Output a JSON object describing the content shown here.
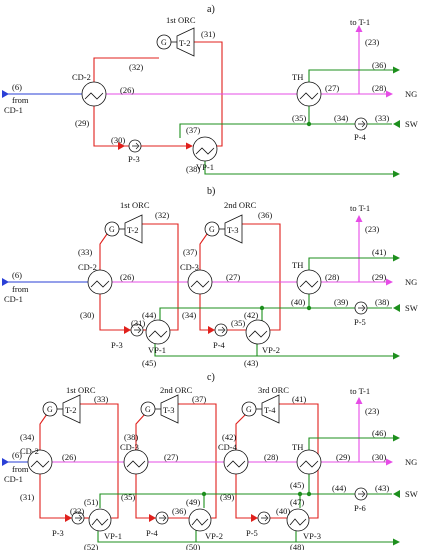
{
  "panels": [
    {
      "label": "a)",
      "orc_labels": [
        "1st ORC"
      ],
      "turbines": [
        "T-2"
      ],
      "generator": "G",
      "condensers": [
        "CD-2"
      ],
      "pumps": [
        "P-3",
        "P-4"
      ],
      "vapor": [
        "VP-1"
      ],
      "th": "TH",
      "streams": {
        "in": "(6)",
        "from": "from",
        "cd1": "CD-1",
        "s26": "(26)",
        "s27": "(27)",
        "s28": "(28)",
        "ng": "NG",
        "s29": "(29)",
        "s30": "(30)",
        "s31": "(31)",
        "s32": "(32)",
        "s33": "(33)",
        "s34": "(34)",
        "s35": "(35)",
        "s36": "(36)",
        "s37": "(37)",
        "s38": "(38)",
        "s23": "(23)",
        "tot1": "to T-1",
        "sw": "SW"
      }
    },
    {
      "label": "b)",
      "orc_labels": [
        "1st ORC",
        "2nd ORC"
      ],
      "turbines": [
        "T-2",
        "T-3"
      ],
      "generator": "G",
      "condensers": [
        "CD-2",
        "CD-3"
      ],
      "pumps": [
        "P-3",
        "P-4",
        "P-5"
      ],
      "vapor": [
        "VP-1",
        "VP-2"
      ],
      "th": "TH",
      "streams": {
        "in": "(6)",
        "from": "from",
        "cd1": "CD-1",
        "s26": "(26)",
        "s27": "(27)",
        "s28": "(28)",
        "s29": "(29)",
        "ng": "NG",
        "s30": "(30)",
        "s31": "(31)",
        "s32": "(32)",
        "s33": "(33)",
        "s34": "(34)",
        "s35": "(35)",
        "s36": "(36)",
        "s37": "(37)",
        "s38": "(38)",
        "s39": "(39)",
        "s40": "(40)",
        "s41": "(41)",
        "s42": "(42)",
        "s43": "(43)",
        "s44": "(44)",
        "s45": "(45)",
        "s23": "(23)",
        "tot1": "to T-1",
        "sw": "SW"
      }
    },
    {
      "label": "c)",
      "orc_labels": [
        "1st ORC",
        "2nd ORC",
        "3rd ORC"
      ],
      "turbines": [
        "T-2",
        "T-3",
        "T-4"
      ],
      "generator": "G",
      "condensers": [
        "CD-2",
        "CD-3",
        "CD-4"
      ],
      "pumps": [
        "P-3",
        "P-4",
        "P-5",
        "P-6"
      ],
      "vapor": [
        "VP-1",
        "VP-2",
        "VP-3"
      ],
      "th": "TH",
      "streams": {
        "in": "(6)",
        "from": "from",
        "cd1": "CD-1",
        "s26": "(26)",
        "s27": "(27)",
        "s28": "(28)",
        "s29": "(29)",
        "s30": "(30)",
        "ng": "NG",
        "s31": "(31)",
        "s32": "(32)",
        "s33": "(33)",
        "s34": "(34)",
        "s35": "(35)",
        "s36": "(36)",
        "s37": "(37)",
        "s38": "(38)",
        "s39": "(39)",
        "s40": "(40)",
        "s41": "(41)",
        "s42": "(42)",
        "s43": "(43)",
        "s44": "(44)",
        "s45": "(45)",
        "s46": "(46)",
        "s47": "(47)",
        "s48": "(48)",
        "s49": "(49)",
        "s50": "(50)",
        "s51": "(51)",
        "s52": "(52)",
        "s23": "(23)",
        "tot1": "to T-1",
        "sw": "SW"
      }
    }
  ],
  "colors": {
    "organic_fluid": "#e0201c",
    "inlet": "#2a3fd6",
    "natural_gas": "#e64ce6",
    "seawater": "#1d8f1d",
    "outline": "#111111"
  }
}
